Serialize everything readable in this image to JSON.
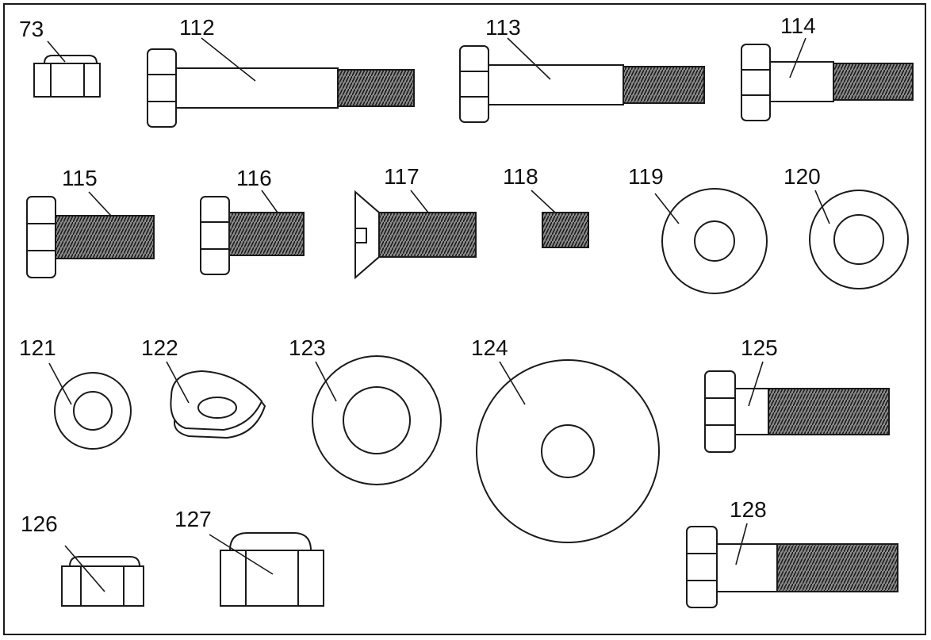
{
  "labels": {
    "p73": "73",
    "p112": "112",
    "p113": "113",
    "p114": "114",
    "p115": "115",
    "p116": "116",
    "p117": "117",
    "p118": "118",
    "p119": "119",
    "p120": "120",
    "p121": "121",
    "p122": "122",
    "p123": "123",
    "p124": "124",
    "p125": "125",
    "p126": "126",
    "p127": "127",
    "p128": "128"
  }
}
